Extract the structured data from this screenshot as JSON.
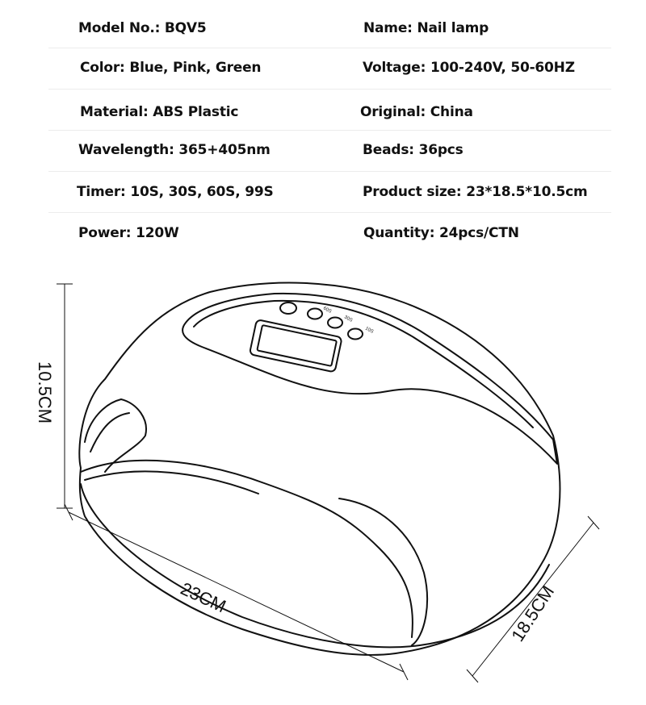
{
  "specs": [
    {
      "left": "Model No.: BQV5",
      "right": "Name: Nail lamp"
    },
    {
      "left": "Color: Blue, Pink, Green",
      "right": "Voltage: 100-240V, 50-60HZ"
    },
    {
      "left": "Material: ABS Plastic",
      "right": "Original: China"
    },
    {
      "left": "Wavelength: 365+405nm",
      "right": "Beads: 36pcs"
    },
    {
      "left": "Timer: 10S, 30S, 60S, 99S",
      "right": "Product size: 23*18.5*10.5cm"
    },
    {
      "left": "Power: 120W",
      "right": "Quantity: 24pcs/CTN"
    }
  ],
  "drawing": {
    "height_label": "10.5CM",
    "length_label": "23CM",
    "width_label": "18.5CM",
    "buttons": [
      "60S",
      "30S",
      "10S"
    ]
  }
}
